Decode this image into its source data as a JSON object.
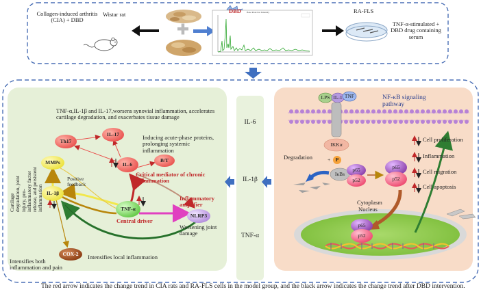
{
  "top_panel": {
    "disease_label": "Collagen-induced arthritis (CIA) + DBD",
    "animal_label": "Wistar rat",
    "dbd_badge": "DBD",
    "chromatogram_title": "Base Peak Ion Intensity",
    "cells_label": "RA-FLS",
    "stimulation_label": "TNF-α-stimulated + DBD drug containing serum"
  },
  "middle_column": {
    "cytokines": [
      "IL-6",
      "IL-1β",
      "TNF-α"
    ]
  },
  "left_panel": {
    "top_note": "TNF-α,IL-1β and IL-17,worsens synovial inflammation, accelerates cartilage degradation, and exacerbates tissue damage",
    "nodes": {
      "il17": "IL-17",
      "th17": "Th17",
      "il6": "IL-6",
      "bt": "B/T",
      "mmps": "MMPs",
      "il1b": "IL-1β",
      "tnfa": "TNF-α",
      "nlrp3": "NLRP3",
      "cox2": "COX-2"
    },
    "acute_phase_note": "Inducing acute-phase proteins, prolonging systemic inflammation",
    "il6_role": "Critical mediator of chronic inflammation",
    "nlrp3_role": "Inflammatory amplifier",
    "joint_damage_note": "Worsening joint damage",
    "tnfa_role": "Central driver",
    "positive_feedback": "Positive feedback",
    "vertical_note": "Cartilage degradation, joint injury, pro-inflammatory factor release, and persistent inflammation",
    "cox_note": "Intensifies both inflammation and pain",
    "local_note": "Intensifies local inflammation"
  },
  "right_panel": {
    "receptors": [
      "LPS",
      "IL-1",
      "TNF"
    ],
    "pathway_title": "NF-κB signaling pathway",
    "ikk": "IKKα",
    "phospho": "P",
    "degradation": "Degradation",
    "ikbs": "IκBs",
    "p65": "p65",
    "p52": "p52",
    "cytoplasm": "Cytoplasm",
    "nucleus": "Nucleus",
    "outcomes": [
      "Cell proliferation",
      "Inflammation",
      "Cell migration",
      "Cell apoptosis"
    ]
  },
  "caption": "The red arrow indicates the change trend in CIA rats and RA-FLS cells in the model group, and the black arrow indicates the change trend after DBD intervention.",
  "colors": {
    "frame_blue": "#4a6fb5",
    "left_bg": "#e6f0d8",
    "right_bg": "#f8dcc8",
    "mid_bg": "#e9f2dd",
    "red_arrow": "#c0282a",
    "il17_red": "#e9534f",
    "mmps_yellow": "#f2e84b",
    "tnfa_green": "#7ed957",
    "nlrp3_purple": "#c7a7e6",
    "cox2_brown": "#a0522d",
    "p65_purple": "#8e44ad",
    "p52_pink": "#f06a8a"
  }
}
